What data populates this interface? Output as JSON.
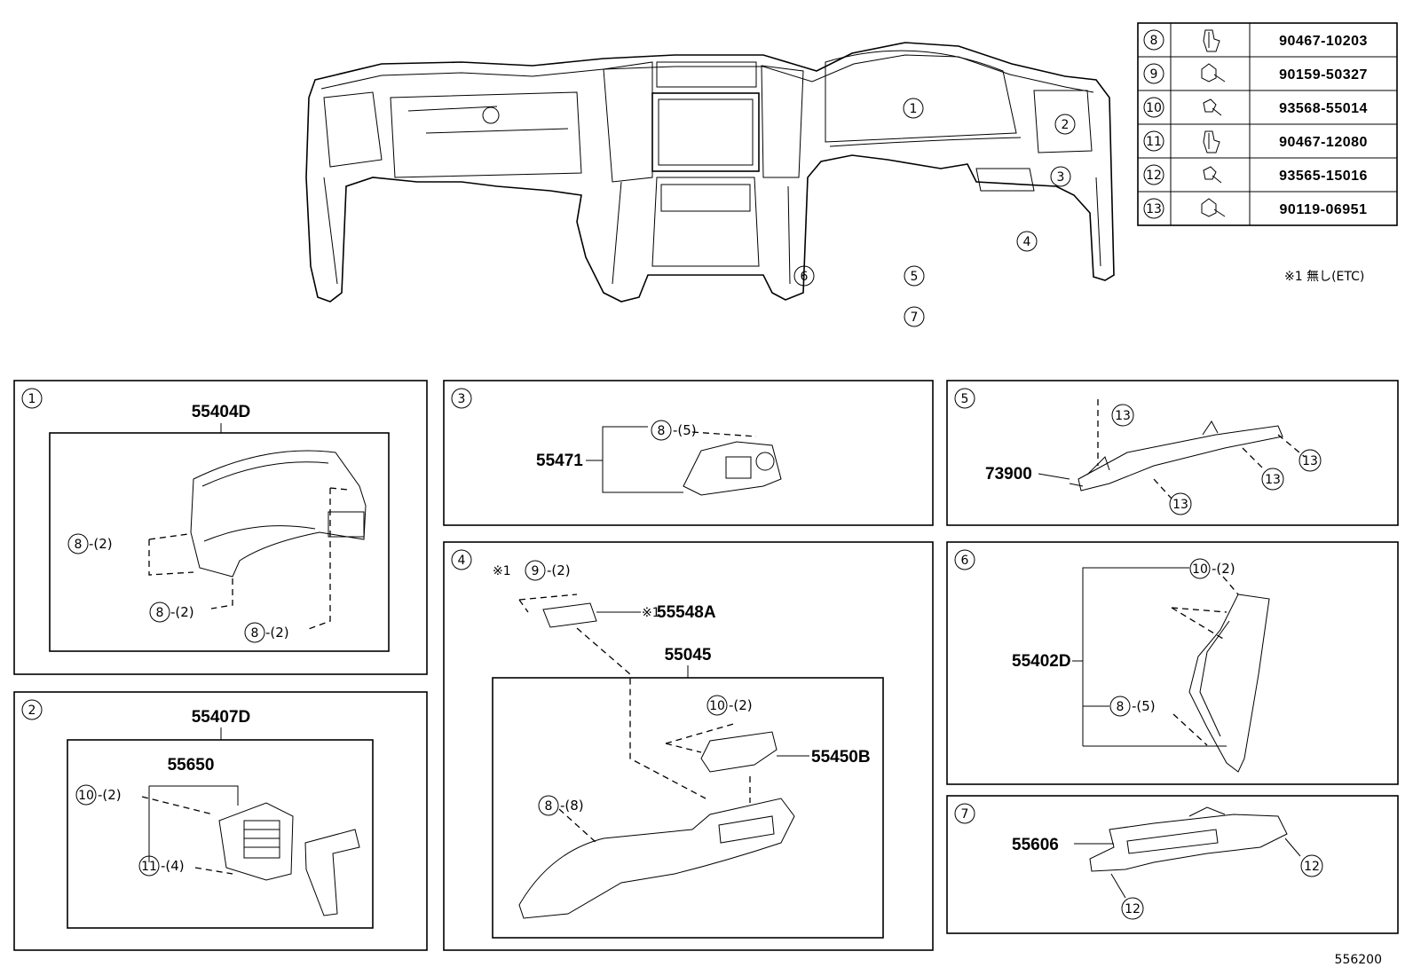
{
  "note": "※1 無し(ETC)",
  "figure_number": "556200",
  "overview_callouts": [
    "1",
    "2",
    "3",
    "4",
    "5",
    "6",
    "7"
  ],
  "fastener_table": [
    {
      "ref": "8",
      "part": "90467-10203",
      "icon": "clip-icon"
    },
    {
      "ref": "9",
      "part": "90159-50327",
      "icon": "bolt-icon"
    },
    {
      "ref": "10",
      "part": "93568-55014",
      "icon": "screw-icon"
    },
    {
      "ref": "11",
      "part": "90467-12080",
      "icon": "clip-icon"
    },
    {
      "ref": "12",
      "part": "93565-15016",
      "icon": "screw-icon"
    },
    {
      "ref": "13",
      "part": "90119-06951",
      "icon": "bolt-icon"
    }
  ],
  "panels": {
    "p1": {
      "num": "1",
      "part": "55404D",
      "callouts": [
        {
          "ref": "8",
          "qty": "-(2)"
        },
        {
          "ref": "8",
          "qty": "-(2)"
        },
        {
          "ref": "8",
          "qty": "-(2)"
        }
      ]
    },
    "p2": {
      "num": "2",
      "part": "55407D",
      "sub": "55650",
      "callouts": [
        {
          "ref": "10",
          "qty": "-(2)"
        },
        {
          "ref": "11",
          "qty": "-(4)"
        }
      ]
    },
    "p3": {
      "num": "3",
      "part": "55471",
      "callouts": [
        {
          "ref": "8",
          "qty": "-(5)"
        }
      ]
    },
    "p4": {
      "num": "4",
      "mark": "※1",
      "mark2": "※1",
      "part_a": "55548A",
      "part_b": "55045",
      "part_c": "55450B",
      "callouts": [
        {
          "ref": "9",
          "qty": "-(2)"
        },
        {
          "ref": "10",
          "qty": "-(2)"
        },
        {
          "ref": "8",
          "qty": "-(8)"
        }
      ]
    },
    "p5": {
      "num": "5",
      "part": "73900",
      "callouts": [
        "13",
        "13",
        "13",
        "13"
      ]
    },
    "p6": {
      "num": "6",
      "part": "55402D",
      "callouts": [
        {
          "ref": "10",
          "qty": "-(2)"
        },
        {
          "ref": "8",
          "qty": "-(5)"
        }
      ]
    },
    "p7": {
      "num": "7",
      "part": "55606",
      "callouts": [
        "12",
        "12"
      ]
    }
  }
}
